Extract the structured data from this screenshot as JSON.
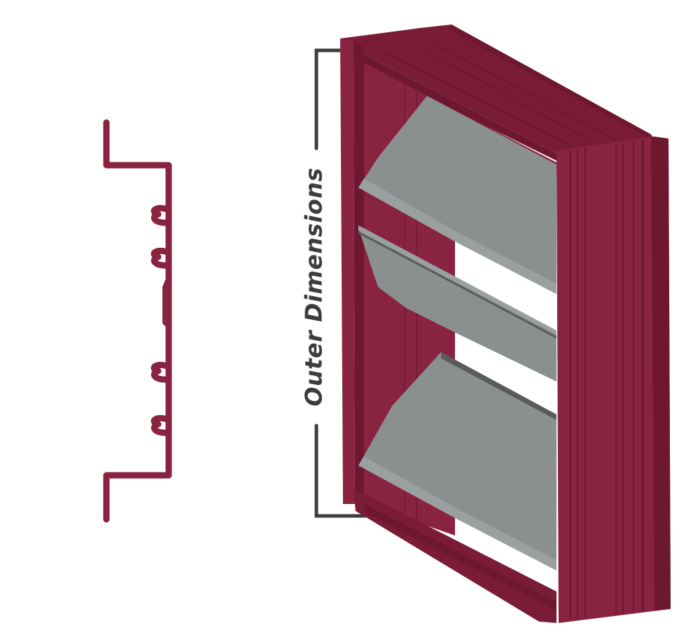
{
  "diagram": {
    "label": "Outer Dimensions",
    "components": {
      "profile": "frame-profile-cross-section",
      "assembly": "louver-frame-with-blades",
      "blades_count": 3
    },
    "colors": {
      "frame": "#882340",
      "frame_dark": "#6e1731",
      "frame_mid": "#7a1c37",
      "blade": "#8a8f8f",
      "blade_light": "#9a9f9f",
      "blade_edge": "#5a5c5b",
      "dimension_line": "#3e3c3d",
      "background": "#ffffff"
    }
  }
}
